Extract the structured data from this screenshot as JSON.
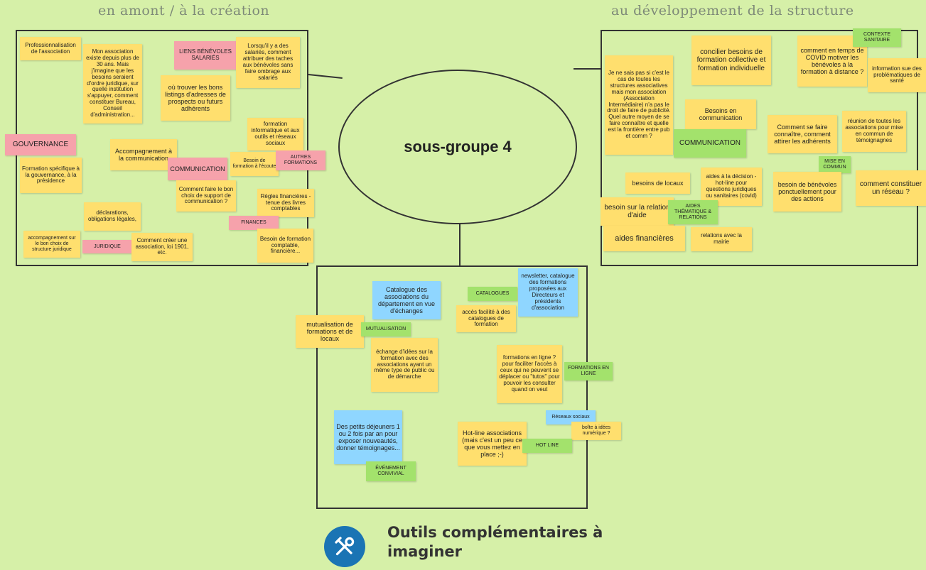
{
  "headings": {
    "left": "en amont / à la création",
    "right": "au développement de la structure"
  },
  "center": "sous-groupe 4",
  "footer": "Outils complémentaires à imaginer",
  "footer_icon": "tools-icon",
  "left_notes": {
    "n1": "Professionnalisation de l'association",
    "n2": "Mon association existe depuis plus de 30 ans. Mais j'imagine que les besoins seraient d'ordre juridique, sur quelle institution s'appuyer, comment constituer Bureau, Conseil d'administration...",
    "n3": "LIENS BÉNÉVOLES SALARIÉS",
    "n4": "Lorsqu'il y a des salariés, comment attribuer des taches aux bénévoles sans faire ombrage aux salariés",
    "n5": "où trouver les bons listings d'adresses de prospects ou futurs adhérents",
    "n6": "formation informatique et aux outils et réseaux sociaux",
    "n7": "GOUVERNANCE",
    "n8": "Accompagnement à la communication",
    "n9": "COMMUNICATION",
    "n10": "Besoin de formation à l'écoute",
    "n11": "AUTRES FORMATIONS",
    "n12": "Formation spécifique à la gouvernance, à la présidence",
    "n13": "Comment faire le bon choix de support de communication ?",
    "n14": "Règles financières - tenue des livres comptables",
    "n15": "déclarations, obligations légales,",
    "n16": "FINANCES",
    "n17": "accompagnement sur le bon choix de structure juridique",
    "n18": "JURIDIQUE",
    "n19": "Comment créer une association, loi 1901, etc.",
    "n20": "Besoin de formation comptable, financière..."
  },
  "right_notes": {
    "r1": "Je ne sais pas si c'est le cas de toutes les structures associatives mais mon association (Association Intermédiaire) n'a pas le droit de faire de publicité. Quel autre moyen de se faire connaître et quelle est la frontière entre pub et comm ?",
    "r2": "concilier besoins de formation collective et formation individuelle",
    "r3": "comment en temps de COVID motiver les bénévoles à la formation à distance ?",
    "r4": "CONTEXTE SANITAIRE",
    "r5": "information sue des problématiques de santé",
    "r6": "Besoins en communication",
    "r7": "COMMUNICATION",
    "r8": "Comment se faire connaître, comment attirer les adhérents",
    "r9": "réunion de toutes les associations pour mise en commun de témoignagnes",
    "r10": "MISE EN COMMUN",
    "r11": "besoins de locaux",
    "r12": "aides à la décision - hot-line pour questions juridiques ou sanitaires (covid)",
    "r13": "besoin de bénévoles ponctuellement pour des actions",
    "r14": "comment constituer un réseau ?",
    "r15": "besoin sur la relation d'aide",
    "r16": "AIDES THÉMATIQUE & RELATIONS",
    "r17": "aides financières",
    "r18": "relations avec la mairie"
  },
  "bottom_notes": {
    "b1": "Catalogue des associations du département en vue d'échanges",
    "b2": "CATALOGUES",
    "b3": "newsletter, catalogue des formations proposées aux Directeurs et présidents d'association",
    "b4": "accès facilité à des catalogues de formation",
    "b5": "mutualisation de formations et de locaux",
    "b6": "MUTUALISATION",
    "b7": "échange d'idées sur la formation avec des associations ayant un même type de public ou de démarche",
    "b8": "formations en ligne ? pour faciliter l'accès à ceux qui ne peuvent se déplacer ou \"tutos\" pour pouvoir les consulter quand on veut",
    "b9": "FORMATIONS EN LIGNE",
    "b10": "Des petits déjeuners 1 ou 2 fois par an pour exposer nouveautés, donner témoignages...",
    "b11": "Réseaux sociaux",
    "b12": "boîte à idées numérique ?",
    "b13": "Hot-line associations (mais c'est un peu ce que vous mettez en place ;-)",
    "b14": "HOT LINE",
    "b15": "ÉVÉNEMENT CONVIVIAL"
  },
  "colors": {
    "background": "#d6f0a8",
    "yellow": "#ffdf6e",
    "pink": "#f6a2ab",
    "green": "#a3e26c",
    "blue": "#8fd6ff",
    "icon": "#1a74b4"
  }
}
